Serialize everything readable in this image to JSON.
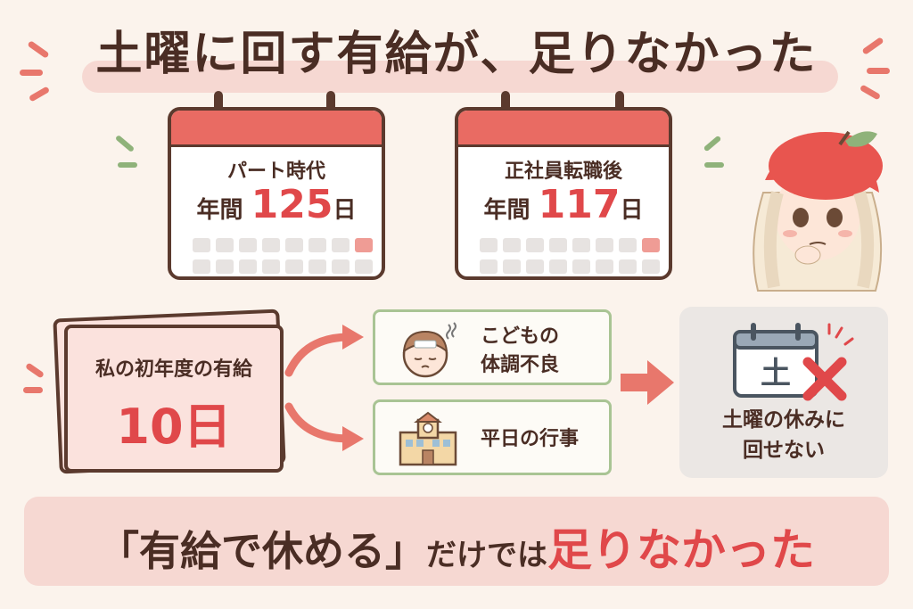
{
  "title": "土曜に回す有給が、足りなかった",
  "calendars": [
    {
      "label": "パート時代",
      "prefix": "年間",
      "number": "125",
      "unit": "日"
    },
    {
      "label": "正社員転職後",
      "prefix": "年間",
      "number": "117",
      "unit": "日"
    }
  ],
  "leave_card": {
    "label": "私の初年度の有給",
    "value": "10日"
  },
  "reasons": [
    {
      "line1": "こどもの",
      "line2": "体調不良",
      "icon": "sick-child-icon"
    },
    {
      "line1": "平日の行事",
      "icon": "school-building-icon"
    }
  ],
  "result": {
    "calendar_char": "土",
    "line1": "土曜の休みに",
    "line2": "回せない"
  },
  "banner": {
    "part1": "「有給で休める」",
    "part2": "だけでは",
    "part3": "足りなかった"
  },
  "colors": {
    "accent_red": "#e0484a",
    "calendar_header": "#e96b63",
    "brown": "#4a2d24",
    "green_border": "#a9c494"
  }
}
